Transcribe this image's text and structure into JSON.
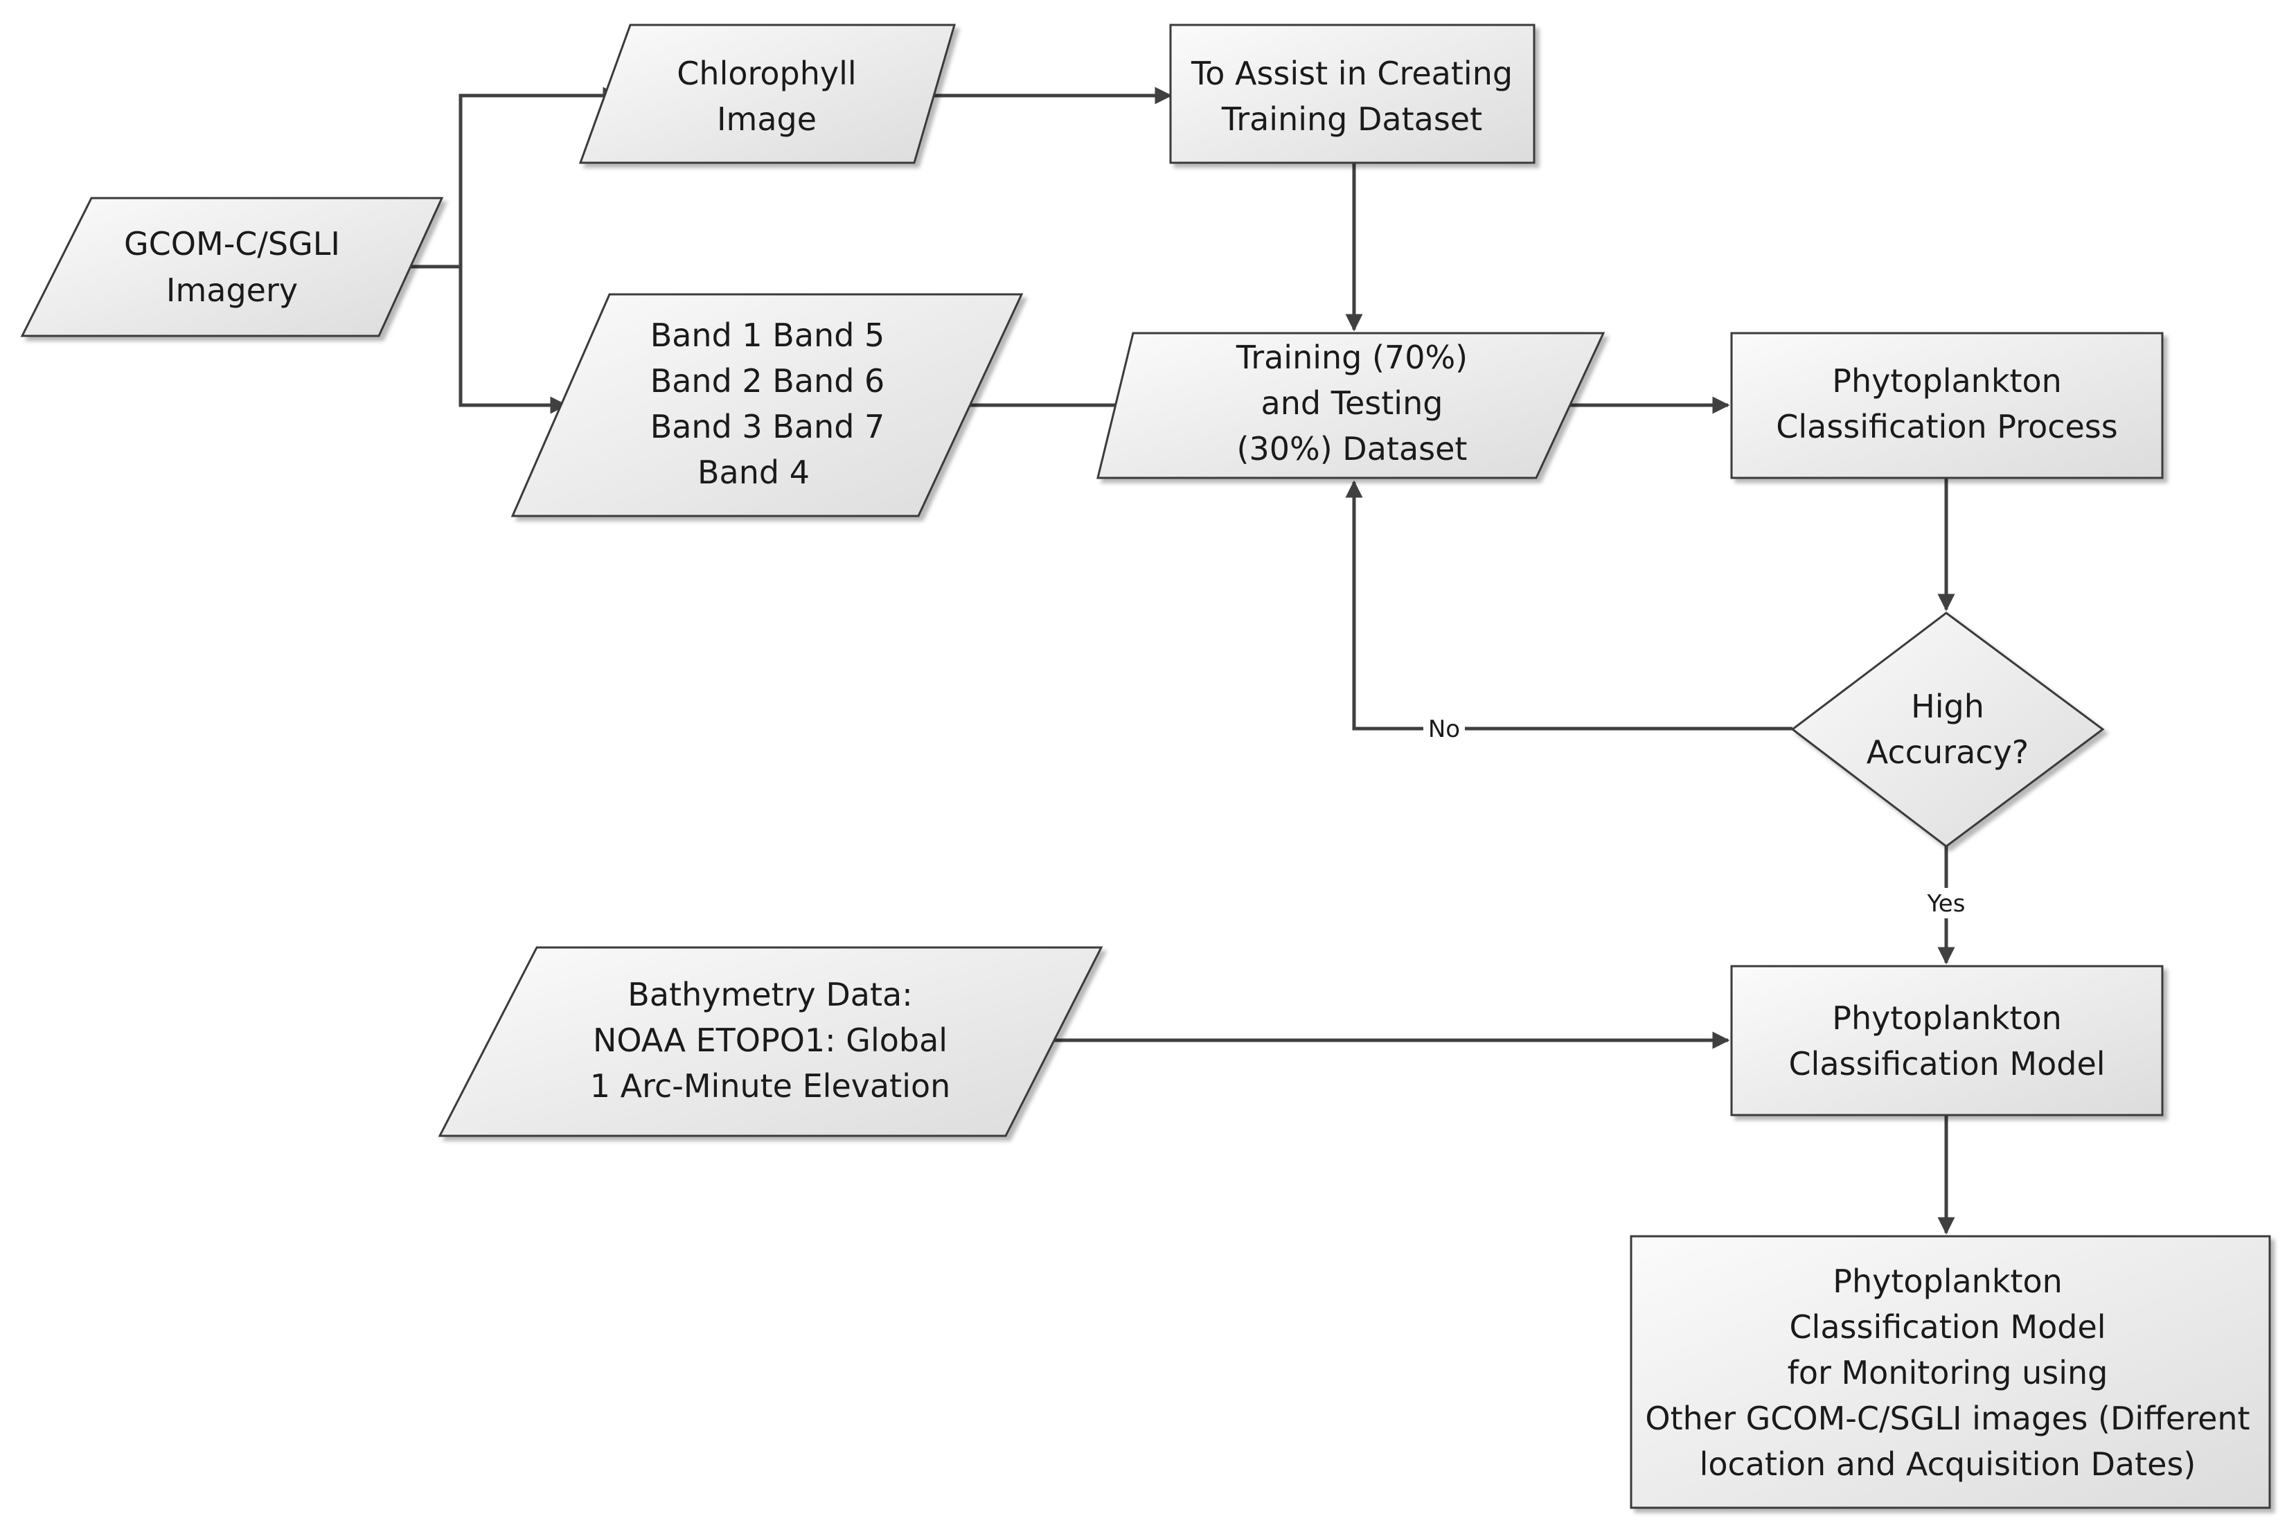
{
  "colors": {
    "node_fill_light": "#fbfbfb",
    "node_fill_dark": "#dcdcdc",
    "stroke": "#3a3a3a",
    "edge": "#404040",
    "text": "#1a1a1a"
  },
  "nodes": {
    "gcom_input": {
      "shape": "parallelogram",
      "lines": [
        "GCOM-C/SGLI",
        "Imagery"
      ]
    },
    "chlorophyll": {
      "shape": "parallelogram",
      "lines": [
        "Chlorophyll",
        "Image"
      ]
    },
    "training_assist": {
      "shape": "rectangle",
      "lines": [
        "To Assist in Creating",
        "Training Dataset"
      ]
    },
    "bands": {
      "shape": "parallelogram",
      "lines": [
        "Band 1   Band 5",
        "Band 2   Band 6",
        "Band 3   Band 7",
        "Band 4"
      ]
    },
    "dataset": {
      "shape": "parallelogram",
      "lines": [
        "Training (70%)",
        "and Testing",
        "(30%) Dataset"
      ]
    },
    "classification_process": {
      "shape": "rectangle",
      "lines": [
        "Phytoplankton",
        "Classification Process"
      ]
    },
    "decision": {
      "shape": "diamond",
      "lines": [
        "High",
        "Accuracy?"
      ]
    },
    "bathymetry": {
      "shape": "parallelogram",
      "lines": [
        "Bathymetry Data:",
        "NOAA ETOPO1: Global",
        "1 Arc-Minute Elevation"
      ]
    },
    "classification_model": {
      "shape": "rectangle",
      "lines": [
        "Phytoplankton",
        "Classification Model"
      ]
    },
    "monitoring_model": {
      "shape": "rectangle",
      "lines": [
        "Phytoplankton",
        "Classification Model",
        "for Monitoring using",
        "Other GCOM-C/SGLI images (Different",
        "location and Acquisition Dates)"
      ]
    }
  },
  "edges": {
    "no_label": "No",
    "yes_label": "Yes"
  }
}
